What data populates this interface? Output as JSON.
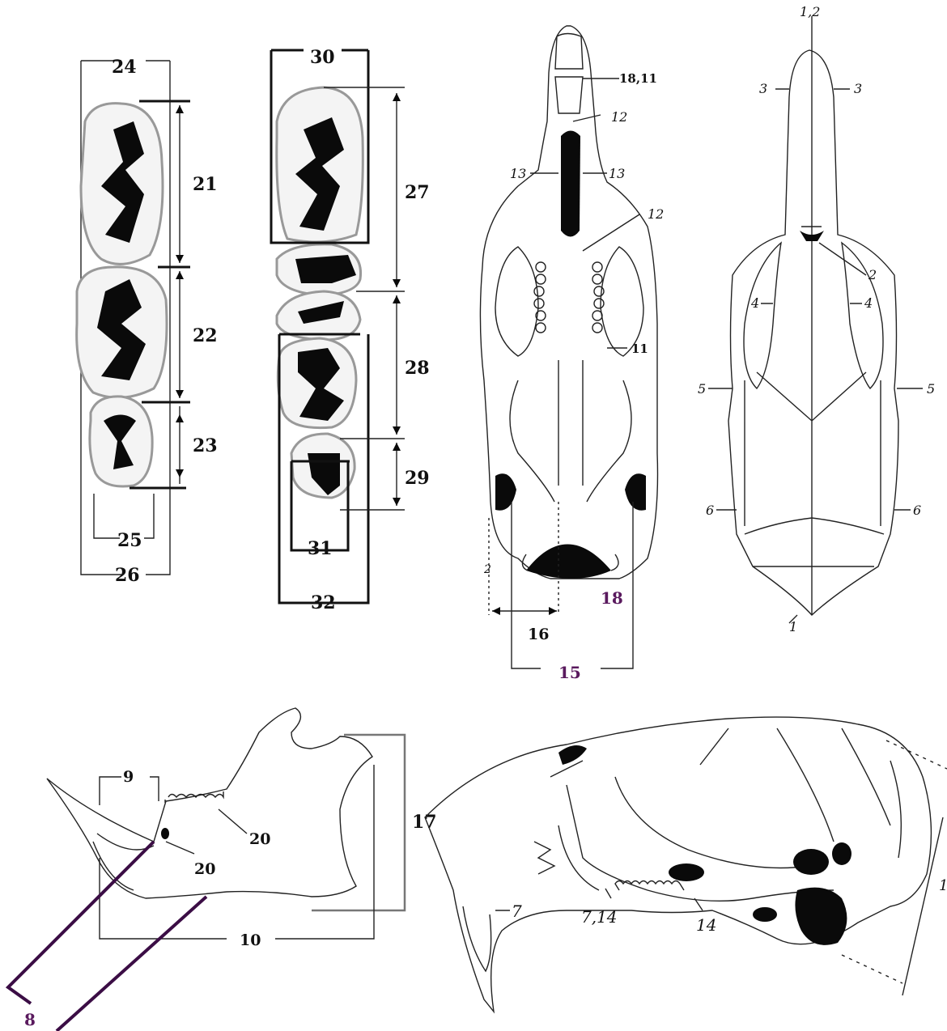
{
  "labels": {
    "m24": "24",
    "m21": "21",
    "m22": "22",
    "m23": "23",
    "m25": "25",
    "m26": "26",
    "m30": "30",
    "m27": "27",
    "m28": "28",
    "m29": "29",
    "m31": "31",
    "m32": "32",
    "v1811": "18,11",
    "v12a": "12",
    "v13a": "13",
    "v13b": "13",
    "v12b": "12",
    "v11": "11",
    "v18": "18",
    "v16": "16",
    "v15": "15",
    "v2side": "2",
    "d12": "1,2",
    "d3a": "3",
    "d3b": "3",
    "d2": "2",
    "d4a": "4",
    "d4b": "4",
    "d5a": "5",
    "d5b": "5",
    "d6a": "6",
    "d6b": "6",
    "d1": "1",
    "j9": "9",
    "j20a": "20",
    "j20b": "20",
    "j17": "17",
    "j10": "10",
    "j8": "8",
    "s7a": "7",
    "s714": "7,14",
    "s14": "14",
    "s1": "1"
  },
  "colors": {
    "ink": "#111111",
    "accent_purple": "#5a1a5e",
    "guide_gray": "#777777"
  }
}
